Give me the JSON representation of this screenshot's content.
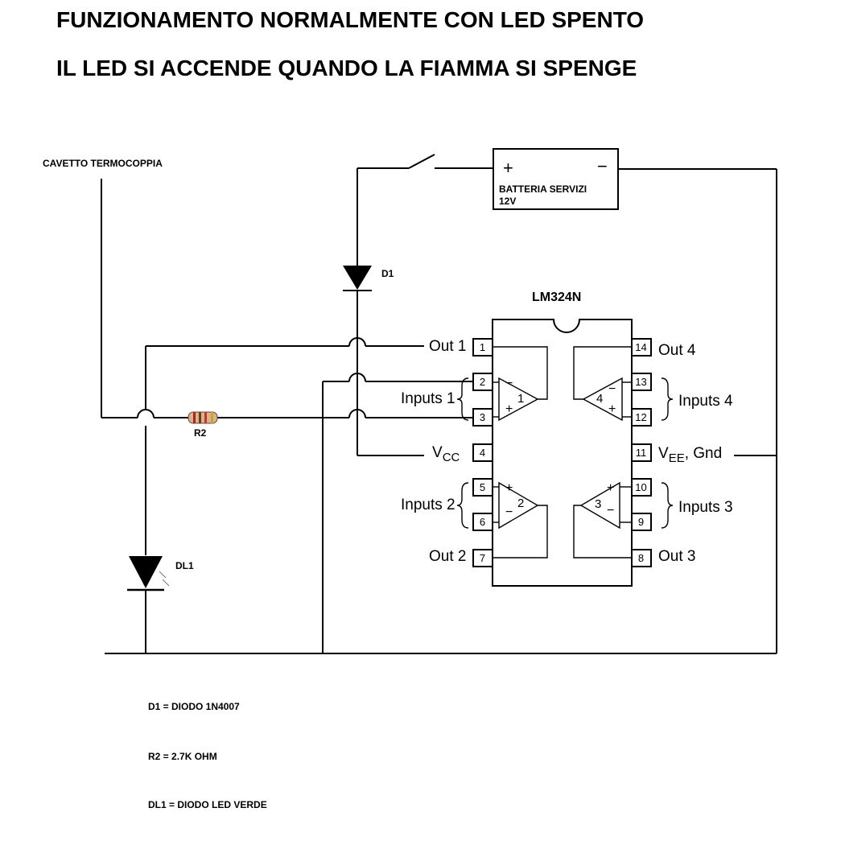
{
  "title_line1": "FUNZIONAMENTO NORMALMENTE CON LED SPENTO",
  "title_line2": "IL LED SI ACCENDE QUANDO LA FIAMMA SI SPENGE",
  "thermocouple_label": "CAVETTO TERMOCOPPIA",
  "battery": {
    "plus": "+",
    "minus": "−",
    "name": "BATTERIA SERVIZI",
    "voltage": "12V"
  },
  "d1_label": "D1",
  "r2_label": "R2",
  "dl1_label": "DL1",
  "ic": {
    "name": "LM324N",
    "left_labels": {
      "out1": "Out 1",
      "inputs1": "Inputs 1",
      "vcc_main": "V",
      "vcc_sub": "CC",
      "inputs2": "Inputs 2",
      "out2": "Out 2"
    },
    "right_labels": {
      "out4": "Out 4",
      "inputs4": "Inputs 4",
      "vee_main": "V",
      "vee_sub": "EE",
      "vee_suffix": ", Gnd",
      "inputs3": "Inputs 3",
      "out3": "Out 3"
    },
    "pins_left": [
      "1",
      "2",
      "3",
      "4",
      "5",
      "6",
      "7"
    ],
    "pins_right": [
      "14",
      "13",
      "12",
      "11",
      "10",
      "9",
      "8"
    ],
    "amps": {
      "a1": {
        "num": "1",
        "top": "−",
        "bottom": "+"
      },
      "a2": {
        "num": "2",
        "top": "+",
        "bottom": "−"
      },
      "a3": {
        "num": "3",
        "top": "+",
        "bottom": "−"
      },
      "a4": {
        "num": "4",
        "top": "−",
        "bottom": "+"
      }
    }
  },
  "notes": {
    "d1": "D1 = DIODO 1N4007",
    "r2": "R2 = 2.7K OHM",
    "dl1": "DL1 = DIODO LED VERDE"
  }
}
